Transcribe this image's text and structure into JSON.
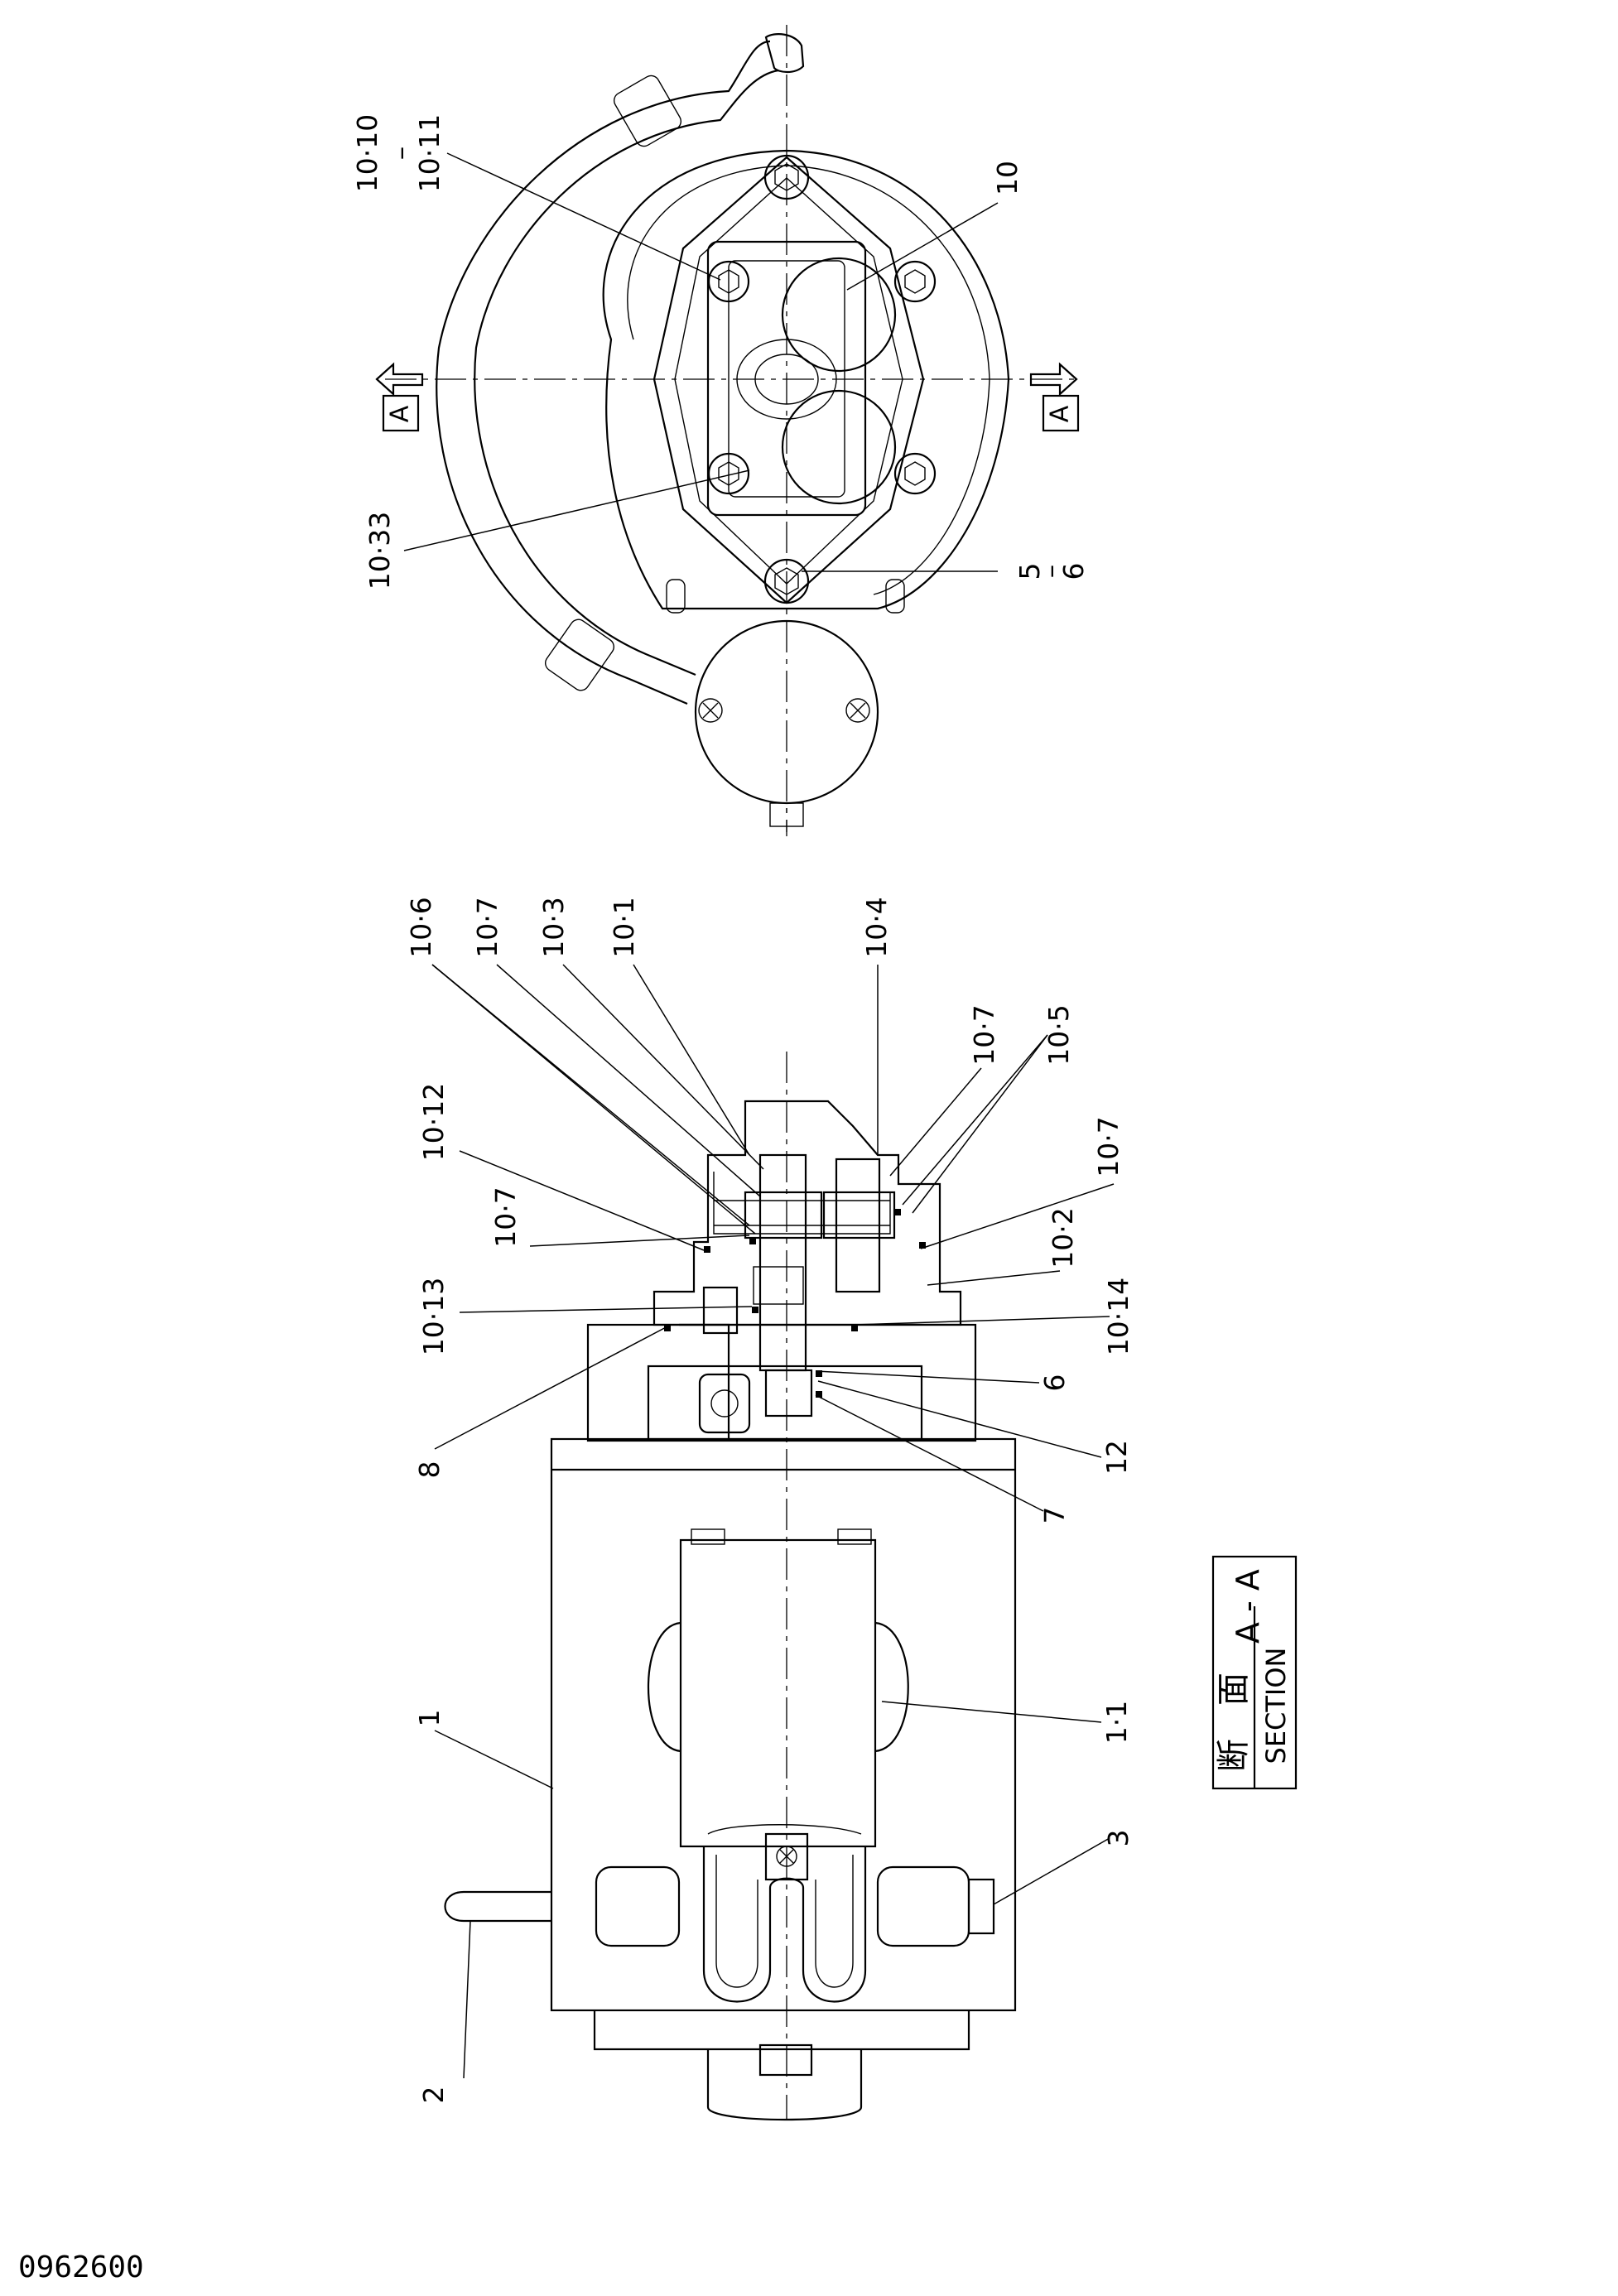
{
  "drawing_number": "0962600",
  "section_marker": "A",
  "section_title": {
    "japanese": "断　面",
    "english": "SECTION",
    "ref": "A - A"
  },
  "callouts": {
    "end_view": {
      "c10_10": "10·10",
      "c_range_dash": "–",
      "c10_11": "10·11",
      "c10": "10",
      "c10_33": "10·33",
      "c5": "5",
      "c6_range": "6"
    },
    "section_view": {
      "c10_6": "10·6",
      "c10_7_a": "10·7",
      "c10_3": "10·3",
      "c10_1": "10·1",
      "c10_4": "10·4",
      "c10_7_b": "10·7",
      "c10_5": "10·5",
      "c10_12": "10·12",
      "c10_7_c": "10·7",
      "c10_7_d": "10·7",
      "c10_2": "10·2",
      "c10_13": "10·13",
      "c10_14": "10·14",
      "c8": "8",
      "c6": "6",
      "c12": "12",
      "c7": "7",
      "c1": "1",
      "c1_1": "1·1",
      "c2": "2",
      "c3": "3"
    }
  }
}
